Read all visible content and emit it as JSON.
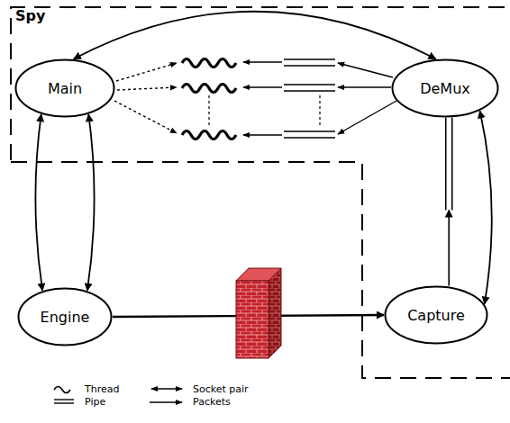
{
  "diagram": {
    "nodes": [
      {
        "text": [
          "Spy"
        ]
      },
      {
        "text": [
          "Main"
        ],
        "in": 0
      },
      {
        "text": [
          "DeMux"
        ],
        "in": 0
      },
      {
        "text": [
          "Engine"
        ]
      },
      {
        "text": [
          "Capture"
        ],
        "in": 0
      }
    ],
    "edges": [
      {
        "from": 1,
        "to": 2,
        "arrow": "both"
      },
      {
        "from": 1,
        "to": 3,
        "arrow": "both"
      },
      {
        "from": 1,
        "to": 3,
        "arrow": "both"
      },
      {
        "from": 3,
        "to": 4,
        "arrow": "to"
      },
      {
        "from": 4,
        "to": 2,
        "arrow": "to"
      },
      {
        "from": 4,
        "to": 2,
        "arrow": "both"
      }
    ],
    "legend": [
      {
        "text": "Thread"
      },
      {
        "text": "Pipe"
      },
      {
        "text": "Socket pair"
      },
      {
        "text": "Packets"
      }
    ]
  }
}
